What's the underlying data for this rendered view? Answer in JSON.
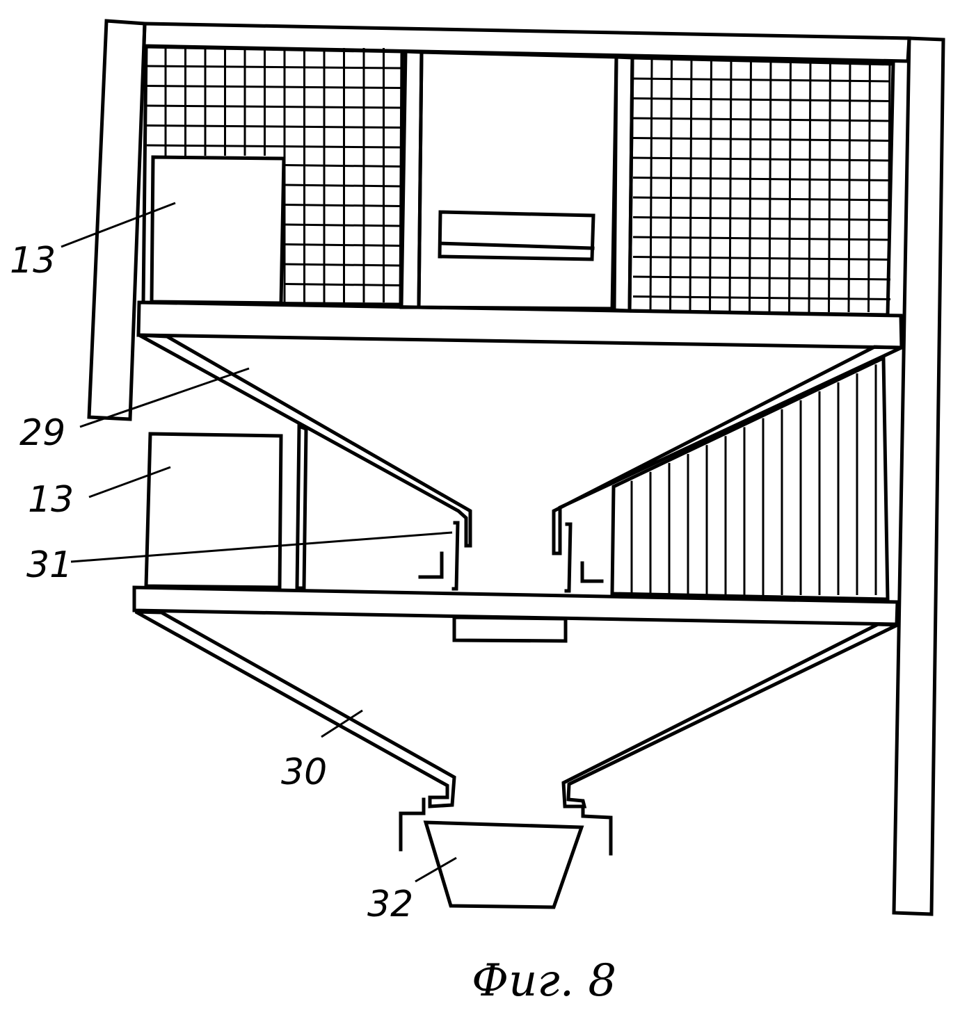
{
  "figure": {
    "caption": "Фиг. 8",
    "stroke_color": "#000000",
    "background": "#ffffff"
  },
  "labels": {
    "cage_door_upper": "13",
    "cage_door_lower": "13",
    "upper_hopper": "29",
    "gutter": "31",
    "lower_hopper": "30",
    "collector_tray": "32"
  }
}
